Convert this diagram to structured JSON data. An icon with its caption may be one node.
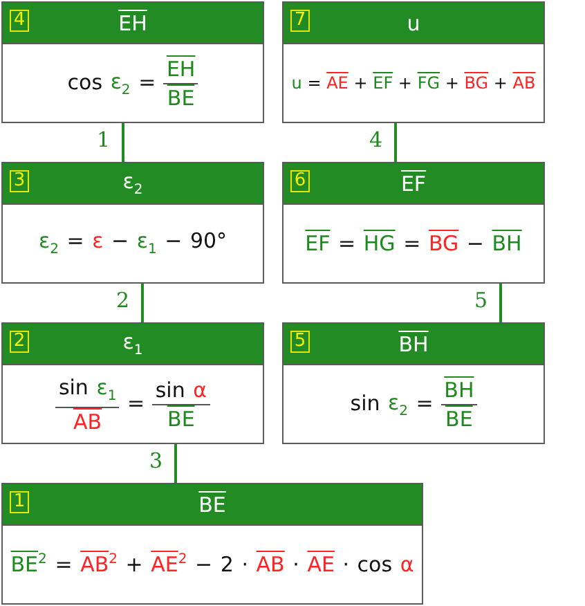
{
  "diagram": {
    "nodes": [
      {
        "text": [
          "4",
          "EH",
          "cos ε$_{2}$ = EH BE"
        ]
      },
      {
        "text": [
          "7",
          "u",
          "u = AE + EF + FG + BG + AB"
        ]
      },
      {
        "text": [
          "3",
          "ε$_{2}$",
          "ε$_{2}$ = ε − ε$_{1}$ − 90°"
        ]
      },
      {
        "text": [
          "6",
          "EF",
          "EF = HG = BG − BH"
        ]
      },
      {
        "text": [
          "2",
          "ε$_{1}$",
          "sin ε$_{1}$ AB = sin α BE"
        ]
      },
      {
        "text": [
          "5",
          "BH",
          "sin ε$_{2}$ = BH BE"
        ]
      },
      {
        "text": [
          "1",
          "BE",
          "BE$^{2}$ = AB$^{2}$ + AE$^{2}$ − 2 · AB · AE · cos α"
        ]
      }
    ],
    "edges": [
      {
        "from": 0,
        "to": 2,
        "arrow": "none",
        "label": "1"
      },
      {
        "from": 2,
        "to": 4,
        "arrow": "none",
        "label": "2"
      },
      {
        "from": 4,
        "to": 6,
        "arrow": "none",
        "label": "3"
      },
      {
        "from": 1,
        "to": 3,
        "arrow": "none",
        "label": "4"
      },
      {
        "from": 3,
        "to": 5,
        "arrow": "none",
        "label": "5"
      }
    ]
  }
}
